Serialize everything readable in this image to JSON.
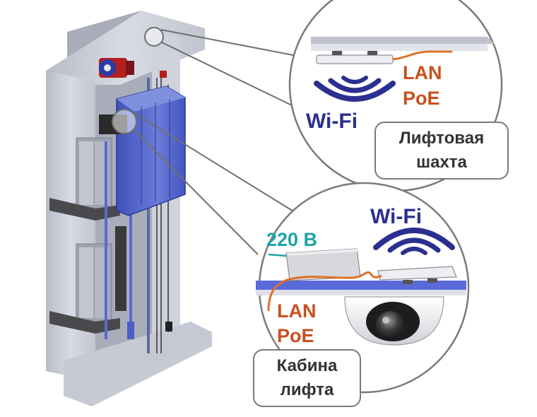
{
  "colors": {
    "wifi": "#2b2f8f",
    "lan_poe": "#c8501e",
    "voltage": "#1ea5a5",
    "cable": "#e0702a",
    "shaft_wall": "#c9ccd6",
    "cabin": "#4a5ec8",
    "callout_border": "#7a7a7a"
  },
  "shaft_detail": {
    "wifi_label": "Wi-Fi",
    "lan_label": "LAN",
    "poe_label": "PoE",
    "callout_line1": "Лифтовая",
    "callout_line2": "шахта"
  },
  "cabin_detail": {
    "voltage_label": "220 В",
    "wifi_label": "Wi-Fi",
    "lan_label": "LAN",
    "poe_label": "PoE",
    "callout_line1": "Кабина",
    "callout_line2": "лифта"
  },
  "icons": [
    "wifi-signal-icon",
    "access-point-icon",
    "dome-camera-icon",
    "power-supply-icon"
  ]
}
